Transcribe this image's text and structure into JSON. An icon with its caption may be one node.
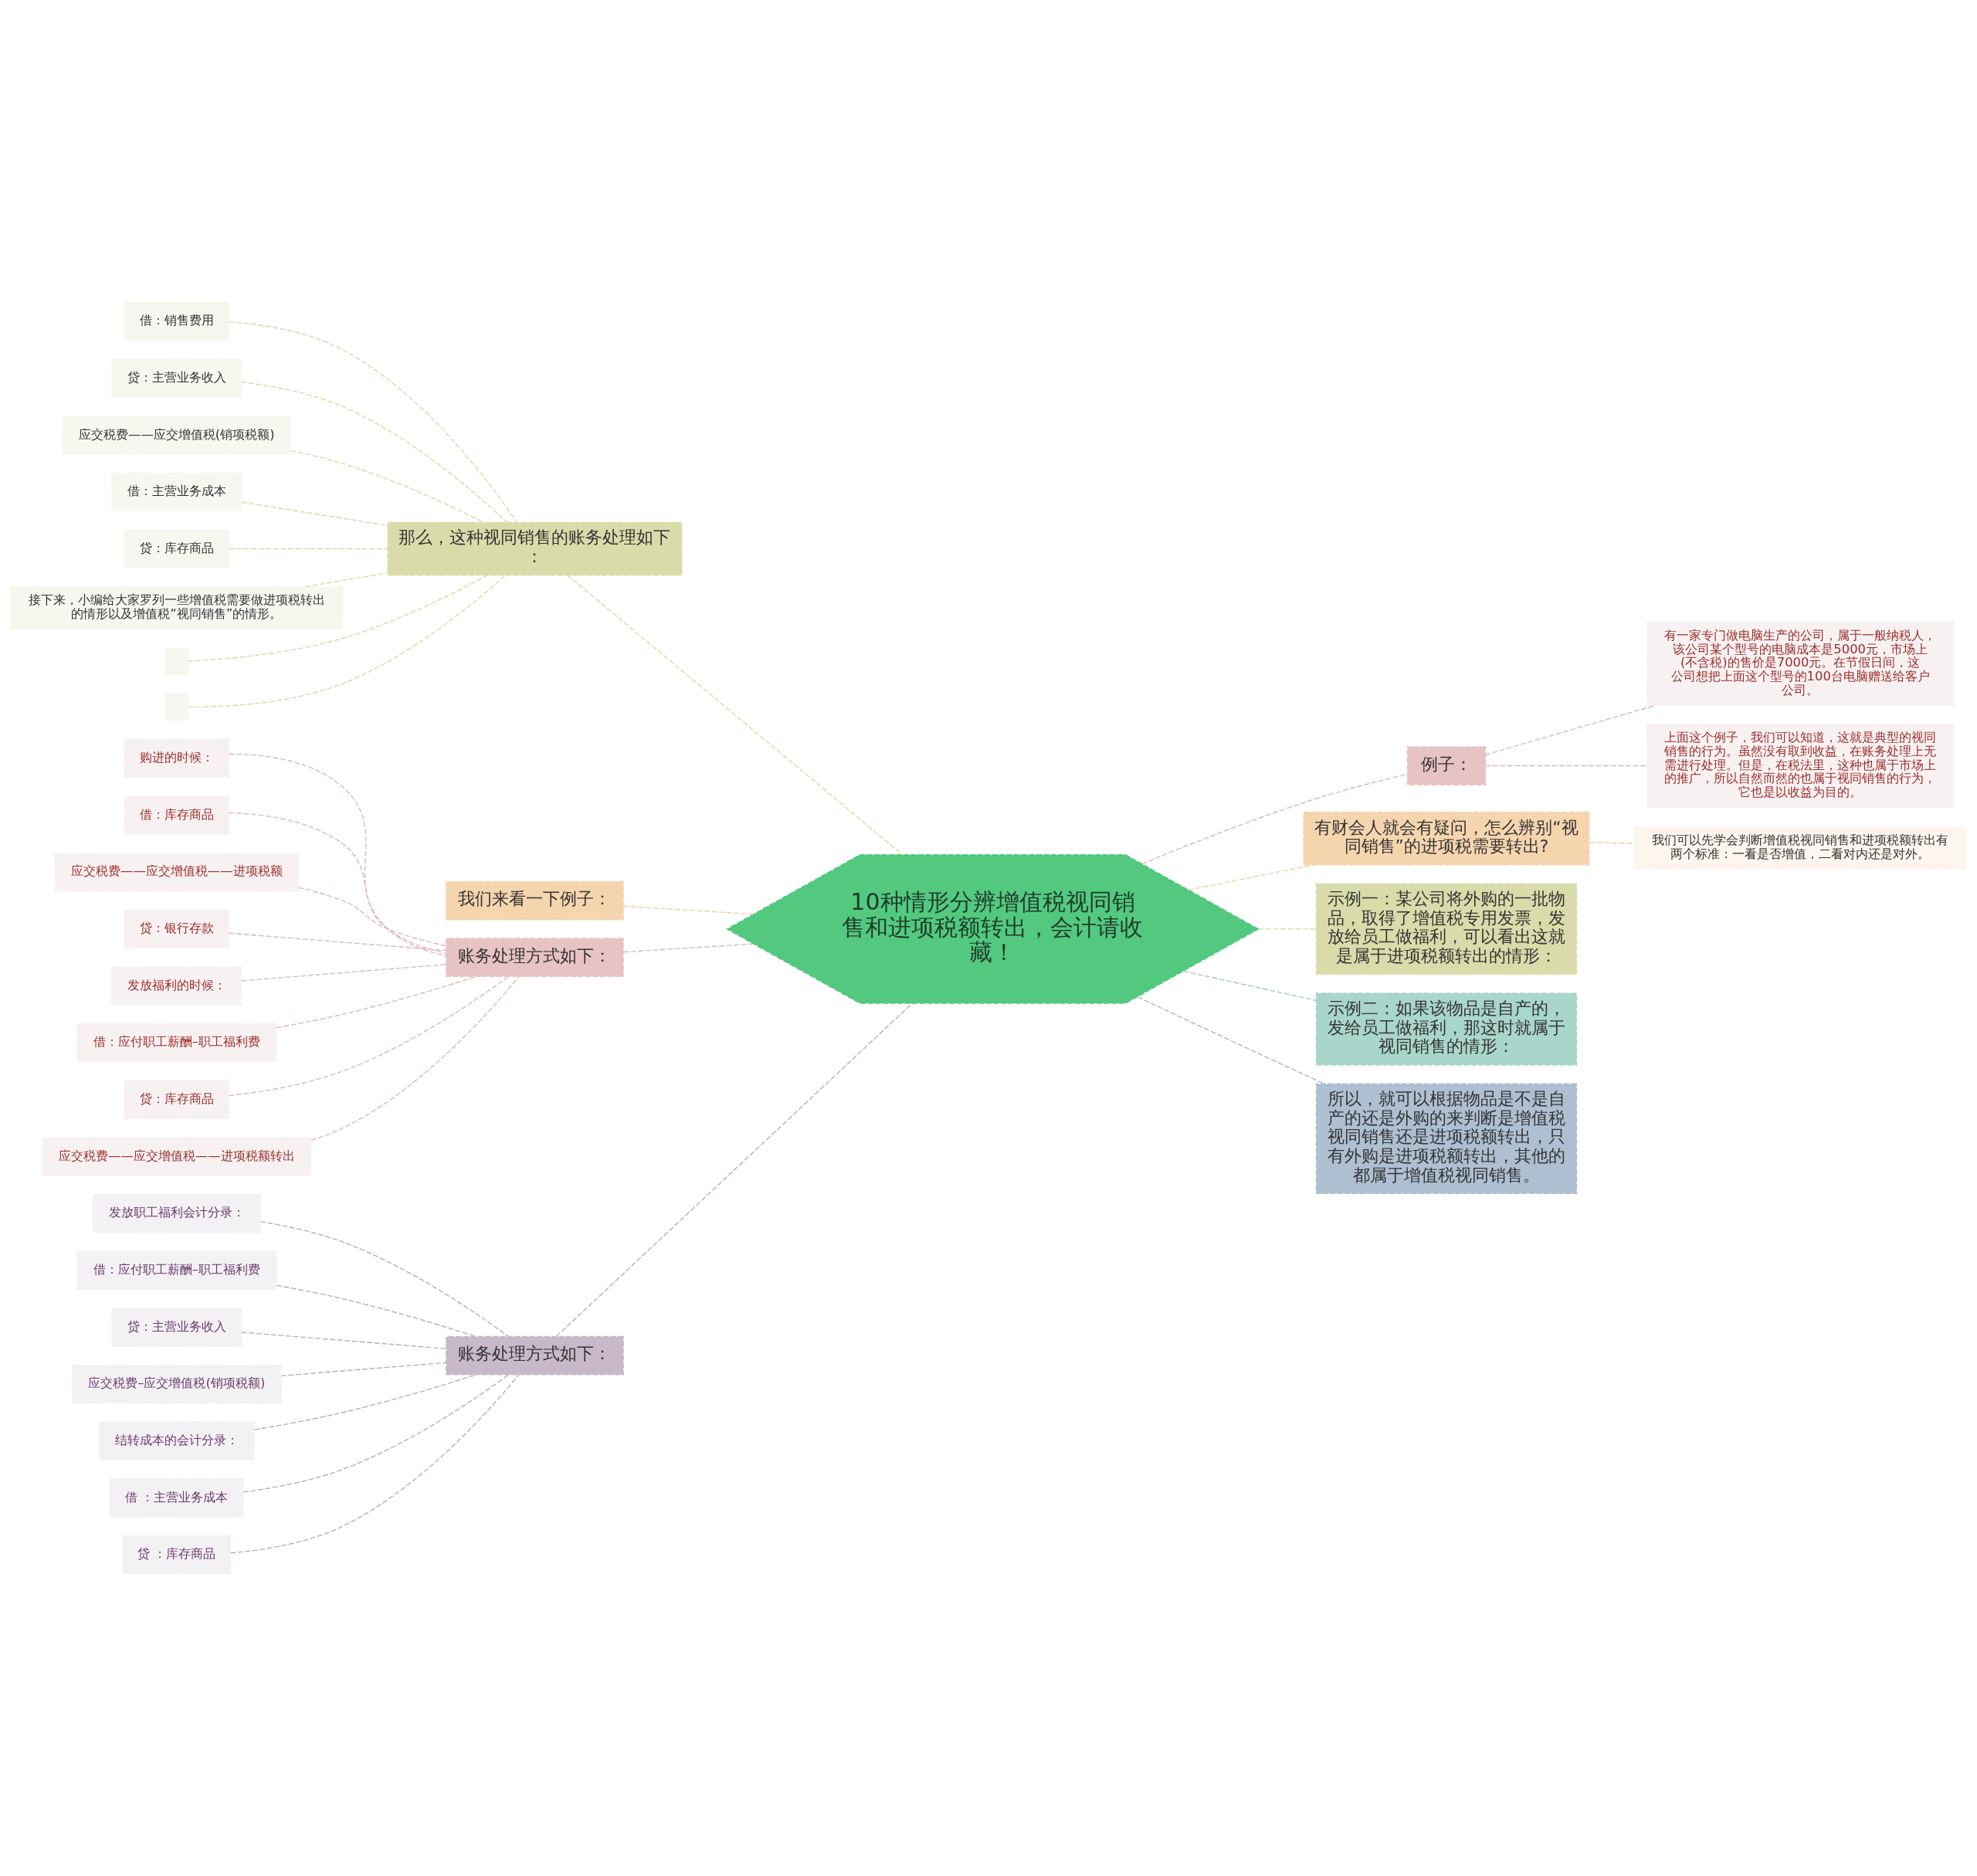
{
  "diagram": {
    "nodes": [
      {
        "text": [
          "10种情形分辨增值税视同销售和进项税额转出，会计请收藏！"
        ]
      },
      {
        "text": [
          "那么，这种视同销售的账务处理如下："
        ]
      },
      {
        "text": [
          "借：销售费用"
        ]
      },
      {
        "text": [
          "贷：主营业务收入"
        ]
      },
      {
        "text": [
          "应交税费——应交增值税(销项税额)"
        ]
      },
      {
        "text": [
          "借：主营业务成本"
        ]
      },
      {
        "text": [
          "贷：库存商品"
        ]
      },
      {
        "text": [
          "接下来，小编给大家罗列一些增值税需要做进项税转出的情形以及增值税“视同销售”的情形。"
        ]
      },
      {
        "text": [],
        "shape": "box"
      },
      {
        "text": [],
        "shape": "box"
      },
      {
        "text": [
          "我们来看一下例子："
        ]
      },
      {
        "text": [
          "账务处理方式如下："
        ]
      },
      {
        "text": [
          "购进的时候："
        ]
      },
      {
        "text": [
          "借：库存商品"
        ]
      },
      {
        "text": [
          "应交税费——应交增值税——进项税额"
        ]
      },
      {
        "text": [
          "贷：银行存款"
        ]
      },
      {
        "text": [
          "发放福利的时候："
        ]
      },
      {
        "text": [
          "借：应付职工薪酬–职工福利费"
        ]
      },
      {
        "text": [
          "贷：库存商品"
        ]
      },
      {
        "text": [
          "应交税费——应交增值税——进项税额转出"
        ]
      },
      {
        "text": [
          "账务处理方式如下："
        ]
      },
      {
        "text": [
          "发放职工福利会计分录："
        ]
      },
      {
        "text": [
          "借：应付职工薪酬–职工福利费"
        ]
      },
      {
        "text": [
          "贷：主营业务收入"
        ]
      },
      {
        "text": [
          "应交税费–应交增值税(销项税额)"
        ]
      },
      {
        "text": [
          "结转成本的会计分录："
        ]
      },
      {
        "text": [
          "借 ：主营业务成本"
        ]
      },
      {
        "text": [
          "贷 ：库存商品"
        ]
      },
      {
        "text": [
          "例子："
        ]
      },
      {
        "text": [
          "有一家专门做电脑生产的公司，属于一般纳税人，该公司某个型号的电脑成本是5000元，市场上(不含税)的售价是7000元。在节假日间，这公司想把上面这个型号的100台电脑赠送给客户公司。"
        ]
      },
      {
        "text": [
          "上面这个例子，我们可以知道，这就是典型的视同销售的行为。虽然没有取到收益，在账务处理上无需进行处理。但是，在税法里，这种也属于市场上的推广，所以自然而然的也属于视同销售的行为，它也是以收益为目的。"
        ]
      },
      {
        "text": [
          "有财会人就会有疑问，怎么辨别“视同销售”的进项税需要转出?"
        ]
      },
      {
        "text": [
          "我们可以先学会判断增值税视同销售和进项税额转出有两个标准：一看是否增值，二看对内还是对外。"
        ]
      },
      {
        "text": [
          "示例一：某公司将外购的一批物品，取得了增值税专用发票，发放给员工做福利，可以看出这就是属于进项税额转出的情形："
        ]
      },
      {
        "text": [
          "示例二：如果该物品是自产的，发给员工做福利，那这时就属于视同销售的情形："
        ]
      },
      {
        "text": [
          "所以，就可以根据物品是不是自产的还是外购的来判断是增值税视同销售还是进项税额转出，只有外购是进项税额转出，其他的都属于增值税视同销售。"
        ]
      }
    ],
    "edges": [
      {
        "from": 0,
        "to": 1,
        "arrow": "none",
        "style": "dashed",
        "color": "#d6d9a8"
      },
      {
        "from": 0,
        "to": 10,
        "arrow": "none",
        "style": "dashed",
        "color": "#efcfa6"
      },
      {
        "from": 0,
        "to": 11,
        "arrow": "none",
        "style": "dashed",
        "color": "#ddb6b6"
      },
      {
        "from": 0,
        "to": 20,
        "arrow": "none",
        "style": "dashed",
        "color": "#b9a9bb"
      },
      {
        "from": 1,
        "to": 2,
        "arrow": "none",
        "style": "dashed",
        "color": "#d6d9a8"
      },
      {
        "from": 1,
        "to": 3,
        "arrow": "none",
        "style": "dashed",
        "color": "#d6d9a8"
      },
      {
        "from": 1,
        "to": 4,
        "arrow": "none",
        "style": "dashed",
        "color": "#d6d9a8"
      },
      {
        "from": 1,
        "to": 5,
        "arrow": "none",
        "style": "dashed",
        "color": "#d6d9a8"
      },
      {
        "from": 1,
        "to": 6,
        "arrow": "none",
        "style": "dashed",
        "color": "#d6d9a8"
      },
      {
        "from": 1,
        "to": 7,
        "arrow": "none",
        "style": "dashed",
        "color": "#d6d9a8"
      },
      {
        "from": 1,
        "to": 8,
        "arrow": "none",
        "style": "dashed",
        "color": "#d6d9a8"
      },
      {
        "from": 1,
        "to": 9,
        "arrow": "none",
        "style": "dashed",
        "color": "#d6d9a8"
      },
      {
        "from": 11,
        "to": 12,
        "arrow": "none",
        "style": "dashed",
        "color": "#ddb6b6"
      },
      {
        "from": 11,
        "to": 13,
        "arrow": "none",
        "style": "dashed",
        "color": "#ddb6b6"
      },
      {
        "from": 11,
        "to": 14,
        "arrow": "none",
        "style": "dashed",
        "color": "#ddb6b6"
      },
      {
        "from": 11,
        "to": 15,
        "arrow": "none",
        "style": "dashed",
        "color": "#ddb6b6"
      },
      {
        "from": 11,
        "to": 16,
        "arrow": "none",
        "style": "dashed",
        "color": "#ddb6b6"
      },
      {
        "from": 11,
        "to": 17,
        "arrow": "none",
        "style": "dashed",
        "color": "#ddb6b6"
      },
      {
        "from": 11,
        "to": 18,
        "arrow": "none",
        "style": "dashed",
        "color": "#ddb6b6"
      },
      {
        "from": 11,
        "to": 19,
        "arrow": "none",
        "style": "dashed",
        "color": "#ddb6b6"
      },
      {
        "from": 20,
        "to": 21,
        "arrow": "none",
        "style": "dashed",
        "color": "#b0b0b8"
      },
      {
        "from": 20,
        "to": 22,
        "arrow": "none",
        "style": "dashed",
        "color": "#b0b0b8"
      },
      {
        "from": 20,
        "to": 23,
        "arrow": "none",
        "style": "dashed",
        "color": "#b0b0b8"
      },
      {
        "from": 20,
        "to": 24,
        "arrow": "none",
        "style": "dashed",
        "color": "#b0b0b8"
      },
      {
        "from": 20,
        "to": 25,
        "arrow": "none",
        "style": "dashed",
        "color": "#b0b0b8"
      },
      {
        "from": 20,
        "to": 26,
        "arrow": "none",
        "style": "dashed",
        "color": "#b0b0b8"
      },
      {
        "from": 20,
        "to": 27,
        "arrow": "none",
        "style": "dashed",
        "color": "#b0b0b8"
      },
      {
        "from": 0,
        "to": 28,
        "arrow": "none",
        "style": "dashed",
        "color": "#ddb6b6"
      },
      {
        "from": 0,
        "to": 31,
        "arrow": "none",
        "style": "dashed",
        "color": "#efcfa6"
      },
      {
        "from": 0,
        "to": 33,
        "arrow": "none",
        "style": "dashed",
        "color": "#d6d9a8"
      },
      {
        "from": 0,
        "to": 34,
        "arrow": "none",
        "style": "dashed",
        "color": "#9fc9bf"
      },
      {
        "from": 0,
        "to": 35,
        "arrow": "none",
        "style": "dashed",
        "color": "#a6b6c9"
      },
      {
        "from": 28,
        "to": 29,
        "arrow": "none",
        "style": "dashed",
        "color": "#ddb6b6"
      },
      {
        "from": 28,
        "to": 30,
        "arrow": "none",
        "style": "dashed",
        "color": "#ddb6b6"
      },
      {
        "from": 31,
        "to": 32,
        "arrow": "none",
        "style": "dashed",
        "color": "#efcfa6"
      }
    ]
  }
}
